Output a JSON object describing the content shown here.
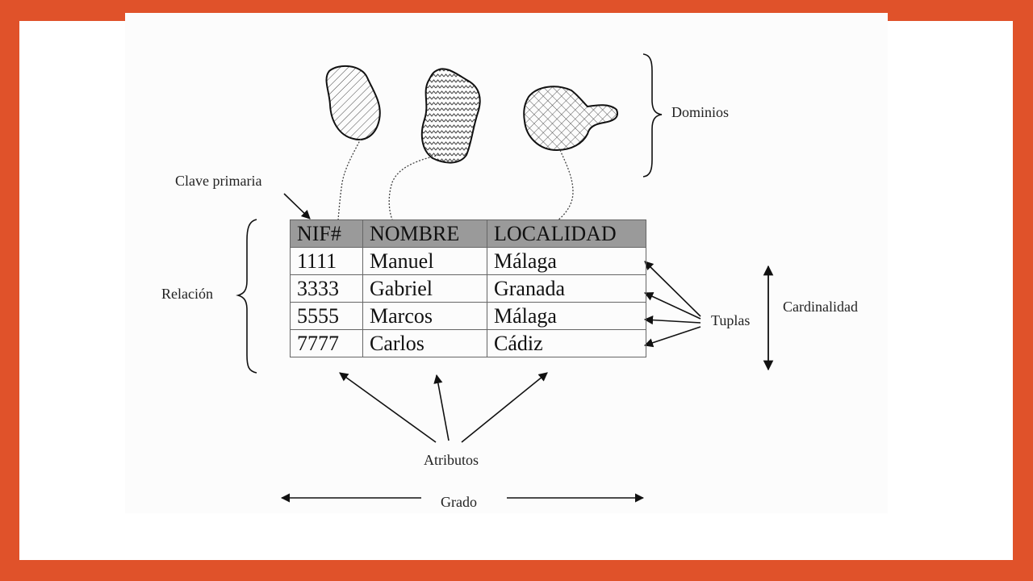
{
  "labels": {
    "dominios": "Dominios",
    "clave_primaria": "Clave primaria",
    "relacion": "Relación",
    "tuplas": "Tuplas",
    "cardinalidad": "Cardinalidad",
    "atributos": "Atributos",
    "grado": "Grado"
  },
  "table": {
    "headers": [
      "NIF#",
      "NOMBRE",
      "LOCALIDAD"
    ],
    "rows": [
      [
        "1111",
        "Manuel",
        "Málaga"
      ],
      [
        "3333",
        "Gabriel",
        "Granada"
      ],
      [
        "5555",
        "Marcos",
        "Málaga"
      ],
      [
        "7777",
        "Carlos",
        "Cádiz"
      ]
    ],
    "header_color": "#9a9a9a"
  },
  "colors": {
    "frame": "#e0522a",
    "background": "#ffffff"
  }
}
